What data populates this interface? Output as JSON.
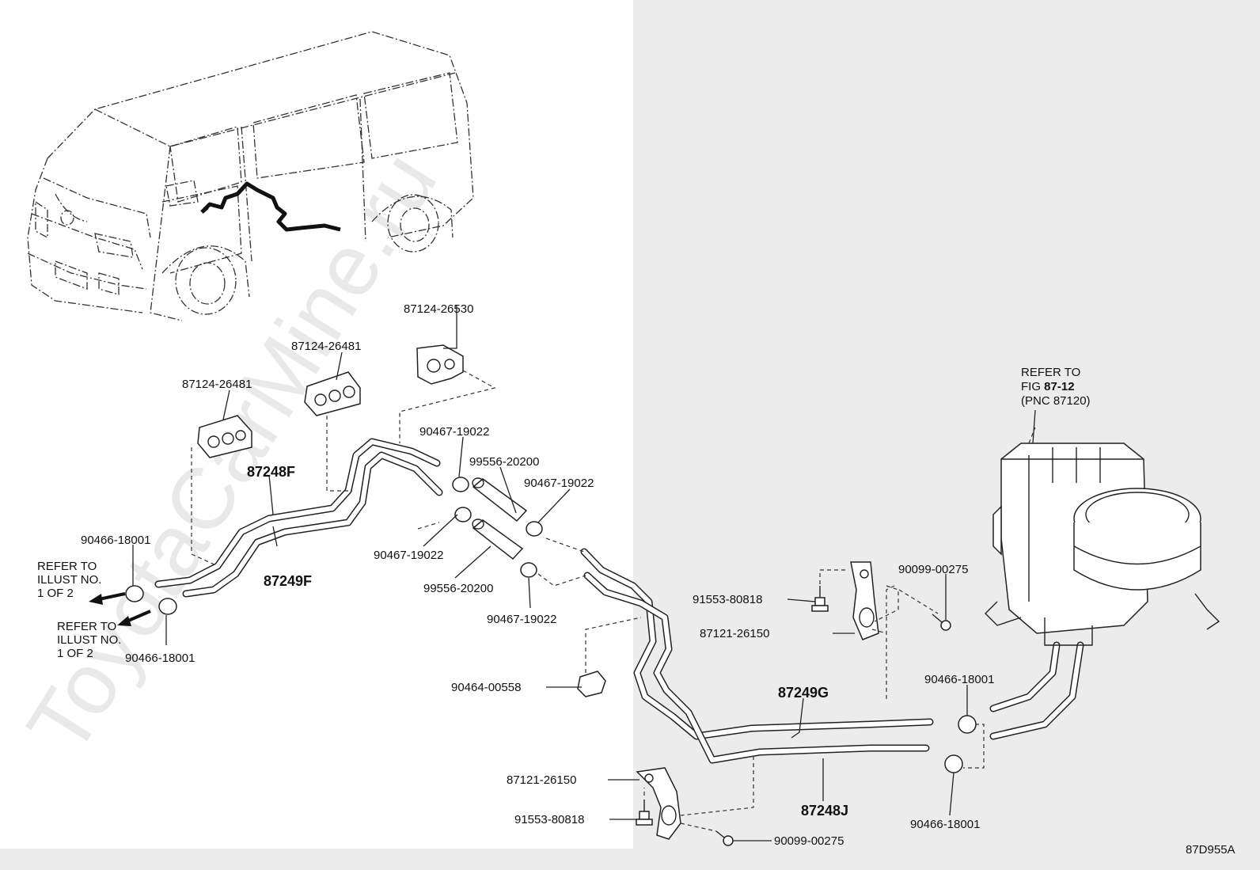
{
  "watermark": "ToyotaCarMine.ru",
  "diagram_id": "87D955A",
  "parts": [
    {
      "id": "p1",
      "label": "87124-26530"
    },
    {
      "id": "p2",
      "label": "87124-26481"
    },
    {
      "id": "p3",
      "label": "87124-26481"
    },
    {
      "id": "p4",
      "label": "90467-19022"
    },
    {
      "id": "p5",
      "label": "99556-20200"
    },
    {
      "id": "p6",
      "label": "90467-19022"
    },
    {
      "id": "p7",
      "label": "90467-19022"
    },
    {
      "id": "p8",
      "label": "99556-20200"
    },
    {
      "id": "p9",
      "label": "90467-19022"
    },
    {
      "id": "p10",
      "label": "90466-18001"
    },
    {
      "id": "p11",
      "label": "90466-18001"
    },
    {
      "id": "p12",
      "label": "90464-00558"
    },
    {
      "id": "p13",
      "label": "91553-80818"
    },
    {
      "id": "p14",
      "label": "87121-26150"
    },
    {
      "id": "p15",
      "label": "90099-00275"
    },
    {
      "id": "p16",
      "label": "90466-18001"
    },
    {
      "id": "p17",
      "label": "90466-18001"
    },
    {
      "id": "p18",
      "label": "87121-26150"
    },
    {
      "id": "p19",
      "label": "91553-80818"
    },
    {
      "id": "p20",
      "label": "90099-00275"
    }
  ],
  "pnc_labels": {
    "p248f": "87248F",
    "p249f": "87249F",
    "p249g": "87249G",
    "p248j": "87248J"
  },
  "notes": {
    "refer1": [
      "REFER TO",
      "ILLUST NO.",
      "1 OF 2"
    ],
    "refer2": [
      "REFER TO",
      "ILLUST NO.",
      "1 OF 2"
    ],
    "refer_fig": {
      "line1": "REFER TO",
      "line2_prefix": "FIG ",
      "line2_bold": "87-12",
      "line3": "(PNC 87120)"
    }
  }
}
